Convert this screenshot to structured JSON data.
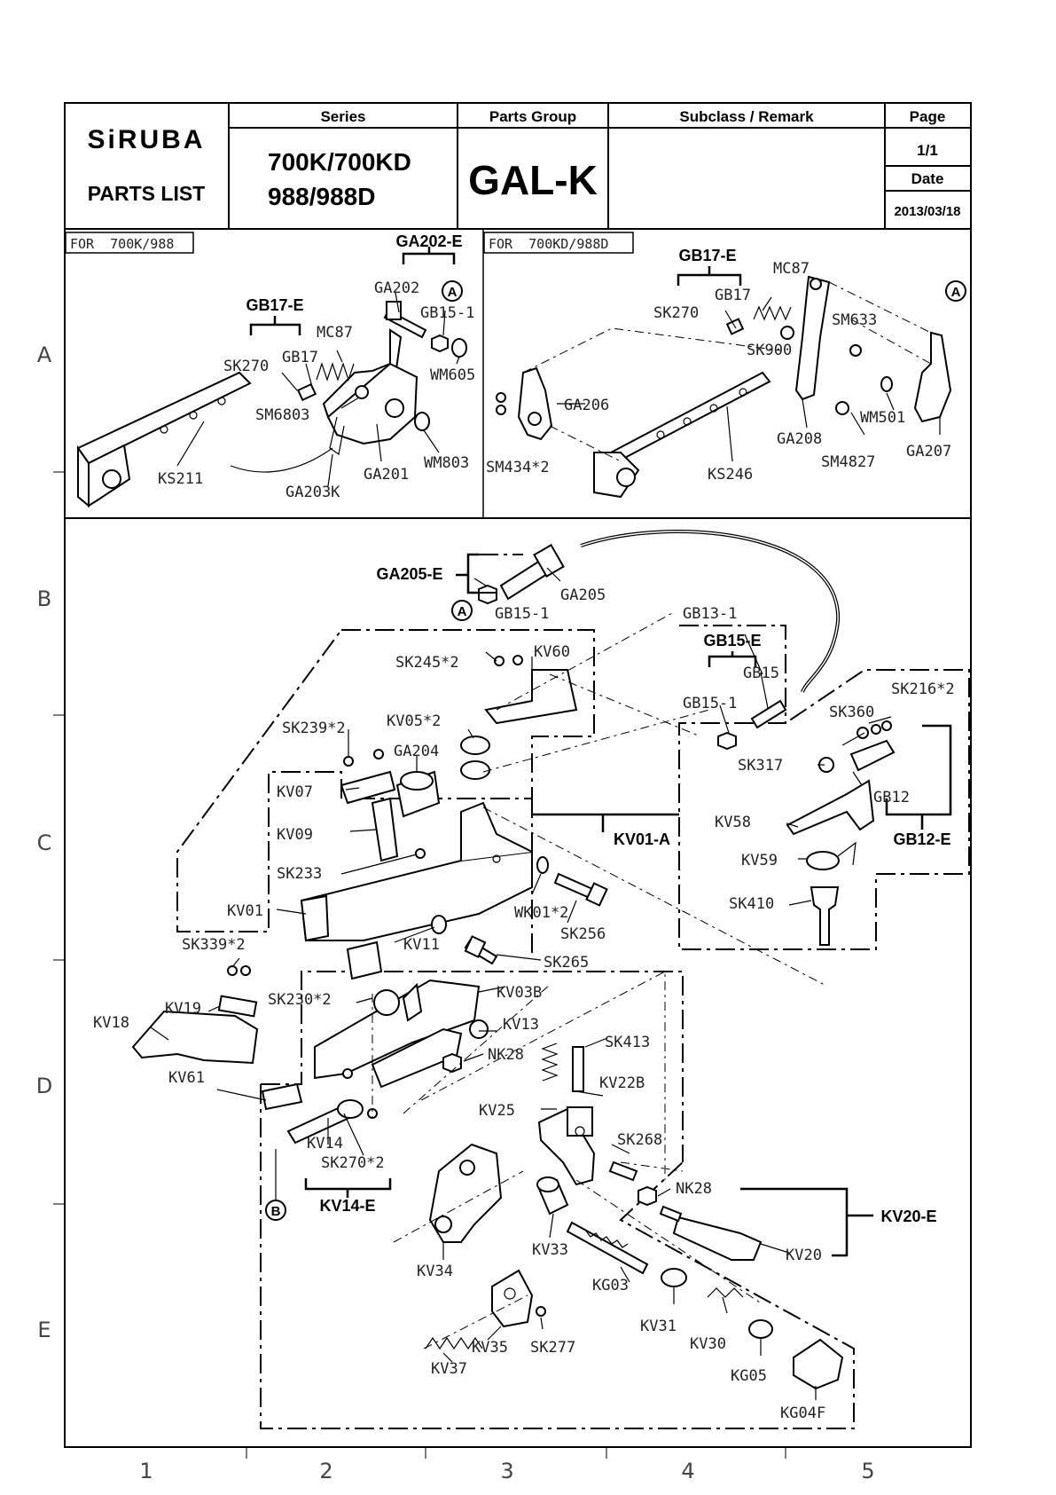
{
  "header": {
    "brand": "SiRUBA",
    "doc_type": "PARTS LIST",
    "series_label": "Series",
    "series_line1": "700K/700KD",
    "series_line2": "988/988D",
    "parts_group_label": "Parts Group",
    "parts_group": "GAL-K",
    "subclass_label": "Subclass / Remark",
    "subclass_value": "",
    "page_label": "Page",
    "page_value": "1/1",
    "date_label": "Date",
    "date_value": "2013/03/18"
  },
  "grid": {
    "rows": [
      "A",
      "B",
      "C",
      "D",
      "E"
    ],
    "cols": [
      "1",
      "2",
      "3",
      "4",
      "5"
    ]
  },
  "panel_left": {
    "title": "FOR  700K/988",
    "groups": [
      "GA202-E",
      "GB17-E"
    ],
    "labels": [
      "GA202",
      "GB15-1",
      "WM605",
      "MC87",
      "GB17",
      "SK270",
      "SM6803",
      "GA201",
      "WM803",
      "KS211",
      "GA203K"
    ],
    "ref_marker": "A"
  },
  "panel_right": {
    "title": "FOR  700KD/988D",
    "groups": [
      "GB17-E"
    ],
    "labels": [
      "MC87",
      "GB17",
      "SK270",
      "SM633",
      "SK900",
      "GA206",
      "SM434*2",
      "KS246",
      "GA208",
      "SM4827",
      "WM501",
      "GA207"
    ],
    "ref_marker": "A"
  },
  "main": {
    "groups": [
      "GA205-E",
      "GB15-E",
      "KV01-A",
      "GB12-E",
      "KV14-E",
      "KV20-E"
    ],
    "labels": {
      "ga205": "GA205",
      "gb15_1a": "GB15-1",
      "gb13_1": "GB13-1",
      "gb15": "GB15",
      "gb15_1b": "GB15-1",
      "sk216": "SK216*2",
      "sk360": "SK360",
      "sk317": "SK317",
      "gb12": "GB12",
      "kv58": "KV58",
      "kv59": "KV59",
      "sk410": "SK410",
      "sk245": "SK245*2",
      "kv60": "KV60",
      "kv05": "KV05*2",
      "ga204": "GA204",
      "sk239": "SK239*2",
      "kv07": "KV07",
      "kv09": "KV09",
      "sk233": "SK233",
      "kv01": "KV01",
      "wk01": "WK01*2",
      "sk256": "SK256",
      "kv11": "KV11",
      "sk265": "SK265",
      "sk339": "SK339*2",
      "kv19": "KV19",
      "kv18": "KV18",
      "sk230": "SK230*2",
      "kv03b": "KV03B",
      "kv13": "KV13",
      "nk28a": "NK28",
      "kv61": "KV61",
      "sk413": "SK413",
      "kv22b": "KV22B",
      "kv25": "KV25",
      "sk268": "SK268",
      "kv14": "KV14",
      "sk270": "SK270*2",
      "nk28b": "NK28",
      "kv20": "KV20",
      "kv33": "KV33",
      "kv34": "KV34",
      "kg03": "KG03",
      "kv31": "KV31",
      "kv30": "KV30",
      "kg05": "KG05",
      "kg04f": "KG04F",
      "kv35": "KV35",
      "sk277": "SK277",
      "kv37": "KV37"
    },
    "ref_a": "A",
    "ref_b": "B"
  }
}
